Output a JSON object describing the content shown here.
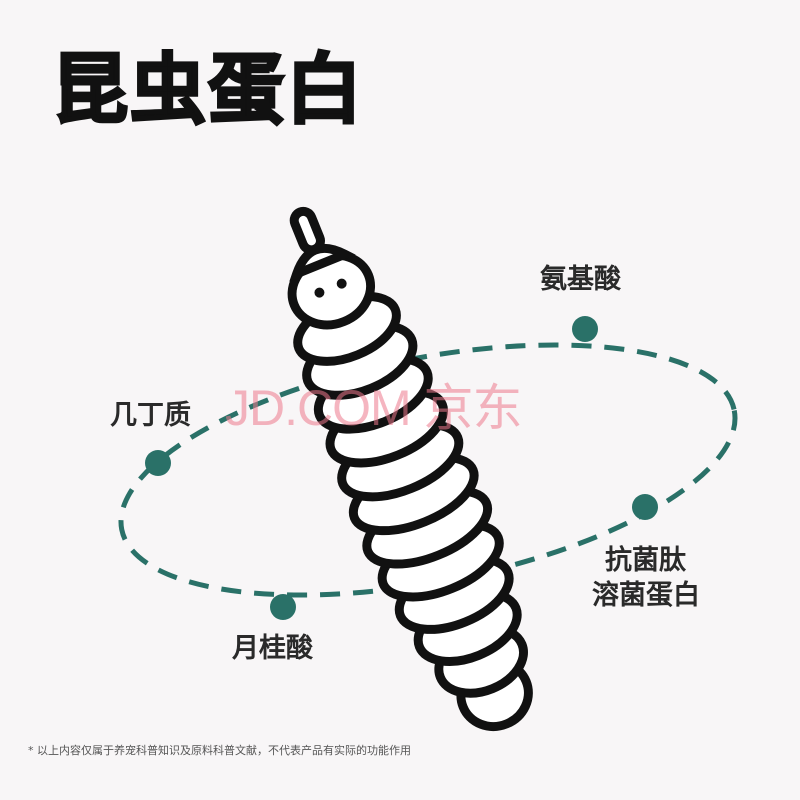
{
  "title": "昆虫蛋白",
  "labels": {
    "amino_acid": "氨基酸",
    "chitin": "几丁质",
    "antimicrobial_peptide": "抗菌肽",
    "lysozyme": "溶菌蛋白",
    "lauric_acid": "月桂酸"
  },
  "watermark": "JD.COM 京东",
  "footnote": "* 以上内容仅属于养宠科普知识及原料科普文献，不代表产品有实际的功能作用",
  "colors": {
    "accent": "#2a7168",
    "outline": "#111111",
    "background": "#f8f6f7"
  }
}
